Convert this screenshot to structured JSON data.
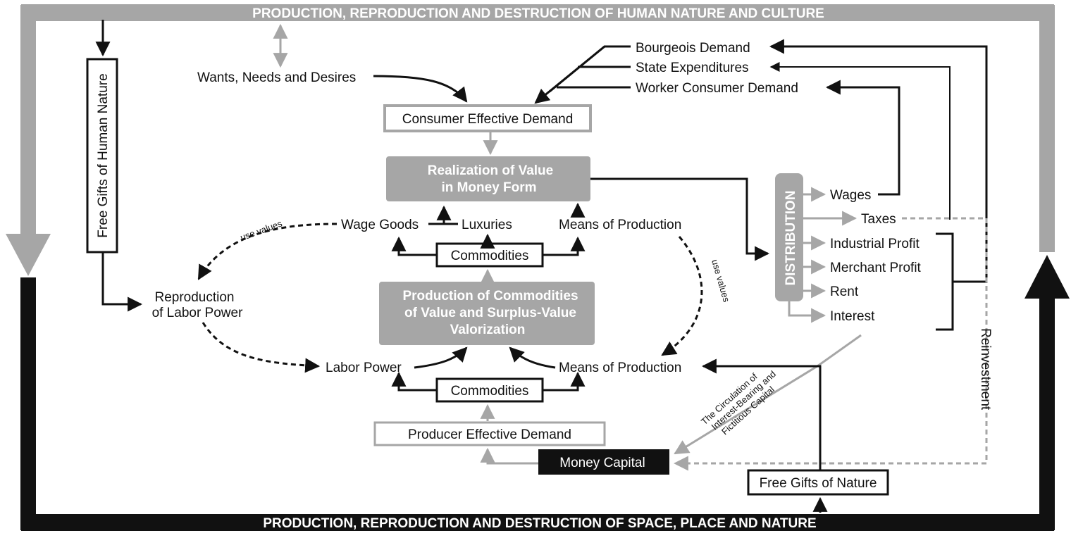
{
  "banners": {
    "top": "PRODUCTION, REPRODUCTION AND DESTRUCTION OF HUMAN NATURE AND CULTURE",
    "bottom": "PRODUCTION, REPRODUCTION AND DESTRUCTION OF SPACE, PLACE AND NATURE"
  },
  "boxes": {
    "free_gifts_human_nature": "Free Gifts of Human Nature",
    "consumer_effective_demand": "Consumer Effective Demand",
    "realization_line1": "Realization of Value",
    "realization_line2": "in Money Form",
    "commodities_top": "Commodities",
    "production_line1": "Production of Commodities",
    "production_line2": "of Value and Surplus-Value",
    "production_line3": "Valorization",
    "commodities_bottom": "Commodities",
    "producer_effective_demand": "Producer Effective Demand",
    "money_capital": "Money Capital",
    "free_gifts_nature": "Free Gifts of Nature",
    "distribution": "DISTRIBUTION"
  },
  "labels": {
    "wants_needs_desires": "Wants, Needs and Desires",
    "bourgeois_demand": "Bourgeois Demand",
    "state_expenditures": "State Expenditures",
    "worker_consumer_demand": "Worker Consumer Demand",
    "wage_goods": "Wage Goods",
    "luxuries": "Luxuries",
    "means_of_production_top": "Means of Production",
    "reproduction_line1": "Reproduction",
    "reproduction_line2": "of Labor Power",
    "labor_power": "Labor Power",
    "means_of_production_bottom": "Means of Production",
    "use_values_left": "use values",
    "use_values_right": "use values",
    "wages": "Wages",
    "taxes": "Taxes",
    "industrial_profit": "Industrial Profit",
    "merchant_profit": "Merchant Profit",
    "rent": "Rent",
    "interest": "Interest",
    "reinvestment": "Reinvestment",
    "circulation_line1": "The Circulation of",
    "circulation_line2": "Interest-Bearing and",
    "circulation_line3": "Fictitious Capital"
  },
  "colors": {
    "gray": "#a6a6a6",
    "black": "#111111",
    "white": "#ffffff"
  }
}
